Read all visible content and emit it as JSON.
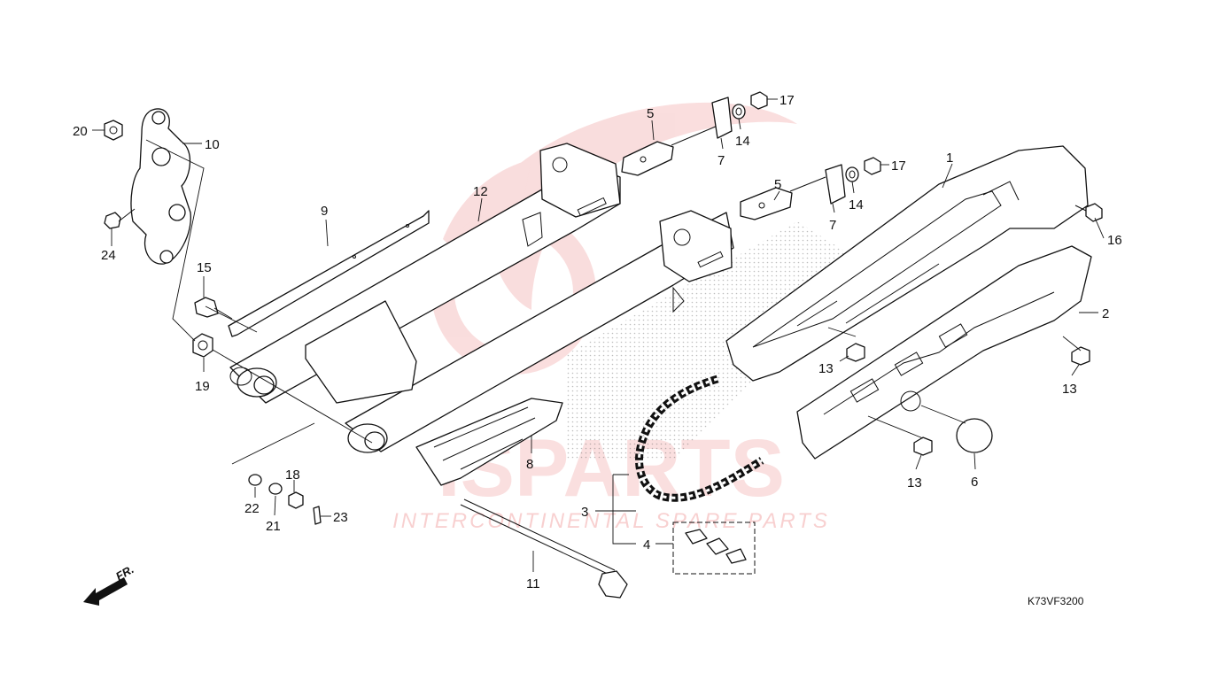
{
  "diagram_code": "K73VF3200",
  "direction_label": "FR.",
  "watermark": {
    "brand": "ISPARTS",
    "tagline": "INTERCONTINENTAL SPARE PARTS",
    "color": "#e03030"
  },
  "callouts": [
    {
      "id": "c1",
      "label": "1"
    },
    {
      "id": "c2",
      "label": "2"
    },
    {
      "id": "c3",
      "label": "3"
    },
    {
      "id": "c4",
      "label": "4"
    },
    {
      "id": "c5a",
      "label": "5"
    },
    {
      "id": "c5b",
      "label": "5"
    },
    {
      "id": "c6",
      "label": "6"
    },
    {
      "id": "c7a",
      "label": "7"
    },
    {
      "id": "c7b",
      "label": "7"
    },
    {
      "id": "c8",
      "label": "8"
    },
    {
      "id": "c9",
      "label": "9"
    },
    {
      "id": "c10",
      "label": "10"
    },
    {
      "id": "c11",
      "label": "11"
    },
    {
      "id": "c12",
      "label": "12"
    },
    {
      "id": "c13a",
      "label": "13"
    },
    {
      "id": "c13b",
      "label": "13"
    },
    {
      "id": "c13c",
      "label": "13"
    },
    {
      "id": "c14a",
      "label": "14"
    },
    {
      "id": "c14b",
      "label": "14"
    },
    {
      "id": "c15",
      "label": "15"
    },
    {
      "id": "c16",
      "label": "16"
    },
    {
      "id": "c17a",
      "label": "17"
    },
    {
      "id": "c17b",
      "label": "17"
    },
    {
      "id": "c18",
      "label": "18"
    },
    {
      "id": "c19",
      "label": "19"
    },
    {
      "id": "c20",
      "label": "20"
    },
    {
      "id": "c21",
      "label": "21"
    },
    {
      "id": "c22",
      "label": "22"
    },
    {
      "id": "c23",
      "label": "23"
    },
    {
      "id": "c24",
      "label": "24"
    }
  ]
}
